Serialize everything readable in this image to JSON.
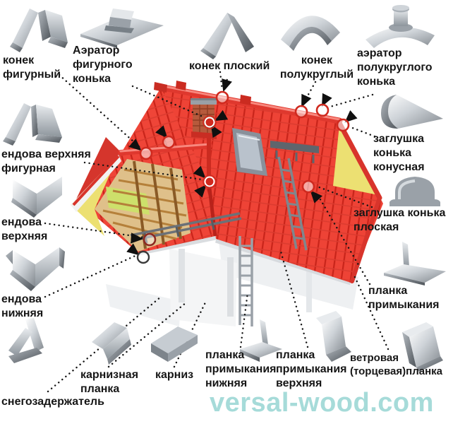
{
  "title": "Диаграмма элементов кровли",
  "watermark": {
    "text": "versal-wood.com",
    "color": "#a6dbd9"
  },
  "colors": {
    "roof_red": "#ee4336",
    "roof_line_red": "#c8241a",
    "ridge_red": "#df382e",
    "gable_yellow": "#ece072",
    "sheathing_green": "#cde06b",
    "wood_brown": "#a5752f",
    "metal_grey": "#9aa1a8",
    "marker_red": "#d02a1f",
    "leader_black": "#151515",
    "wall_white": "#eff1f3"
  },
  "labels": {
    "konek_figurny": "конек\nфигурный",
    "aerator_figurnogo": "Аэратор\nфигурного\nконька",
    "konek_ploskiy": "конек плоский",
    "konek_polukruglyj": "конек\nполукруглый",
    "aerator_polukruglogo": "аэратор\nполукруглого\nконька",
    "zaglushka_konusnaya": "заглушка\nконька\nконусная",
    "zaglushka_ploskaya": "заглушка конька\nплоская",
    "planka_primykaniya": "планка\nпримыкания",
    "vetrovaya": "ветровая\n(торцевая)планка",
    "endova_verkhnyaya_figurnaya": "ендова верхняя\nфигурная",
    "endova_verkhnyaya": "ендова\nверхняя",
    "endova_nizhnyaya": "ендова\nнижняя",
    "snegozaderzhatel": "снегозадержатель",
    "karniznaya_planka": "карнизная\nпланка",
    "karniz": "карниз",
    "planka_primykaniya_nizhnyaya": "планка\nпримыкания\nнижняя",
    "planka_primykaniya_verkhnyaya": "планка\nпримыкания\nверхняя"
  },
  "icons": [
    "konek-figurny-icon",
    "aerator-figurnogo-konka-icon",
    "konek-ploskiy-icon",
    "konek-polukruglyj-icon",
    "aerator-polukruglogo-konka-icon",
    "zaglushka-konka-konusnaya-icon",
    "zaglushka-konka-ploskaya-icon",
    "planka-primykaniya-icon",
    "vetrovaya-planka-icon",
    "endova-verkhnyaya-figurnaya-icon",
    "endova-verkhnyaya-icon",
    "endova-nizhnyaya-icon",
    "snegozaderzhatel-icon",
    "karniznaya-planka-icon",
    "karniz-icon",
    "planka-primykaniya-nizhnyaya-icon",
    "planka-primykaniya-verkhnyaya-icon"
  ]
}
